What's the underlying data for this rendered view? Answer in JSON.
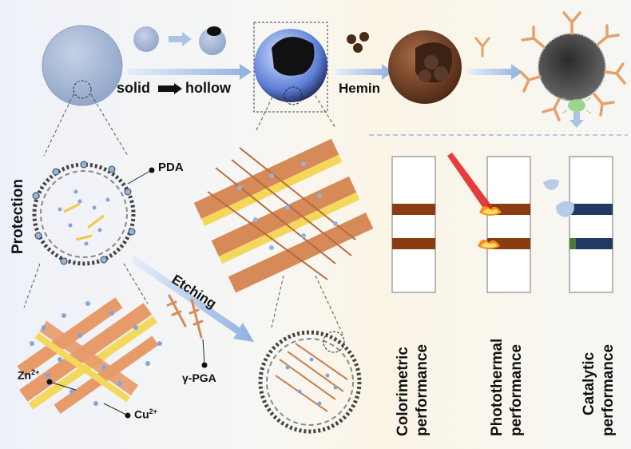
{
  "labels": {
    "solid": "solid",
    "hollow": "hollow",
    "hemin": "Hemin",
    "protection": "Protection",
    "etching": "Etching",
    "pda": "PDA",
    "zn": "Zn",
    "zn_sup": "2+",
    "cu": "Cu",
    "cu_sup": "2+",
    "pga": "γ-PGA"
  },
  "performance": [
    {
      "line1": "Colorimetric",
      "line2": "performance"
    },
    {
      "line1": "Photothermal",
      "line2": "performance"
    },
    {
      "line1": "Catalytic",
      "line2": "performance"
    }
  ],
  "colors": {
    "brown": "#8b3b12",
    "navy": "#1f3b63",
    "antibody": "#e7a06a",
    "sphere_blue": "#9fb4d4",
    "arrow_blue": "#9db7e0"
  },
  "icons": [
    "solid-sphere-icon",
    "hollow-sphere-icon",
    "hemin-particles-icon",
    "antibody-icon",
    "bacteria-icon",
    "laser-icon",
    "flame-icon",
    "droplet-icon"
  ]
}
